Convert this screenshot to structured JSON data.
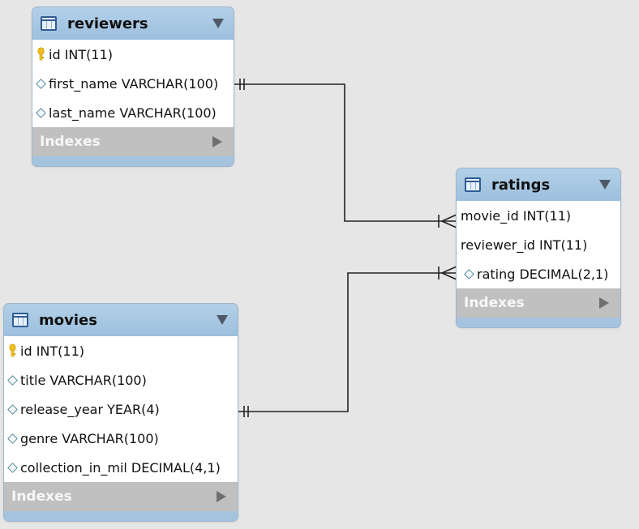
{
  "diagram": {
    "tables": {
      "reviewers": {
        "name": "reviewers",
        "indexes_label": "Indexes",
        "columns": [
          {
            "icon": "primary-key-icon",
            "text": "id INT(11)"
          },
          {
            "icon": "column-diamond-icon",
            "text": "first_name VARCHAR(100)"
          },
          {
            "icon": "column-diamond-icon",
            "text": "last_name VARCHAR(100)"
          }
        ]
      },
      "ratings": {
        "name": "ratings",
        "indexes_label": "Indexes",
        "columns": [
          {
            "icon": "none",
            "text": "movie_id INT(11)"
          },
          {
            "icon": "none",
            "text": "reviewer_id INT(11)"
          },
          {
            "icon": "column-diamond-icon",
            "text": "rating DECIMAL(2,1)"
          }
        ]
      },
      "movies": {
        "name": "movies",
        "indexes_label": "Indexes",
        "columns": [
          {
            "icon": "primary-key-icon",
            "text": "id INT(11)"
          },
          {
            "icon": "column-diamond-icon",
            "text": "title VARCHAR(100)"
          },
          {
            "icon": "column-diamond-icon",
            "text": "release_year YEAR(4)"
          },
          {
            "icon": "column-diamond-icon",
            "text": "genre VARCHAR(100)"
          },
          {
            "icon": "column-diamond-icon",
            "text": "collection_in_mil DECIMAL(4,1)"
          }
        ]
      }
    },
    "relationships": [
      {
        "from": "reviewers",
        "to": "ratings",
        "from_cardinality": "one-and-only-one",
        "to_cardinality": "one-or-many"
      },
      {
        "from": "movies",
        "to": "ratings",
        "from_cardinality": "one-and-only-one",
        "to_cardinality": "one-or-many"
      }
    ],
    "colors": {
      "background": "#e6e6e6",
      "header": "#a4c3de",
      "indexes_bar": "#c0c0c0",
      "connector": "#222222",
      "key": "#f2c21b"
    }
  }
}
